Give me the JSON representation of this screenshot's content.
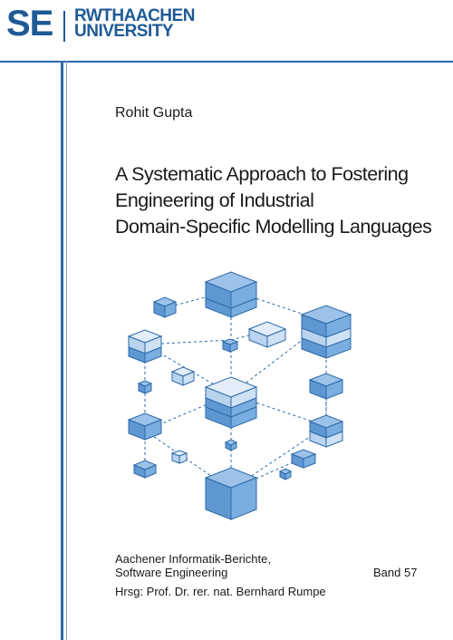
{
  "logo": {
    "se_text": "SE",
    "rwth_line1": "RWTHAACHEN",
    "rwth_line2": "UNIVERSITY"
  },
  "author": "Rohit Gupta",
  "title_lines": [
    "A Systematic Approach to Fostering",
    "Engineering of Industrial",
    "Domain-Specific Modelling Languages"
  ],
  "series": {
    "line1": "Aachener Informatik-Berichte,",
    "line2": "Software Engineering",
    "band": "Band 57",
    "editor": "Hrsg:  Prof. Dr. rer. nat. Bernhard Rumpe"
  },
  "colors": {
    "brand_blue": "#1f5a96",
    "rule_blue": "#2c6aa8",
    "cube_light": "#e3eefa",
    "cube_mid": "#7aaee0",
    "cube_dark": "#2d6aa8"
  }
}
